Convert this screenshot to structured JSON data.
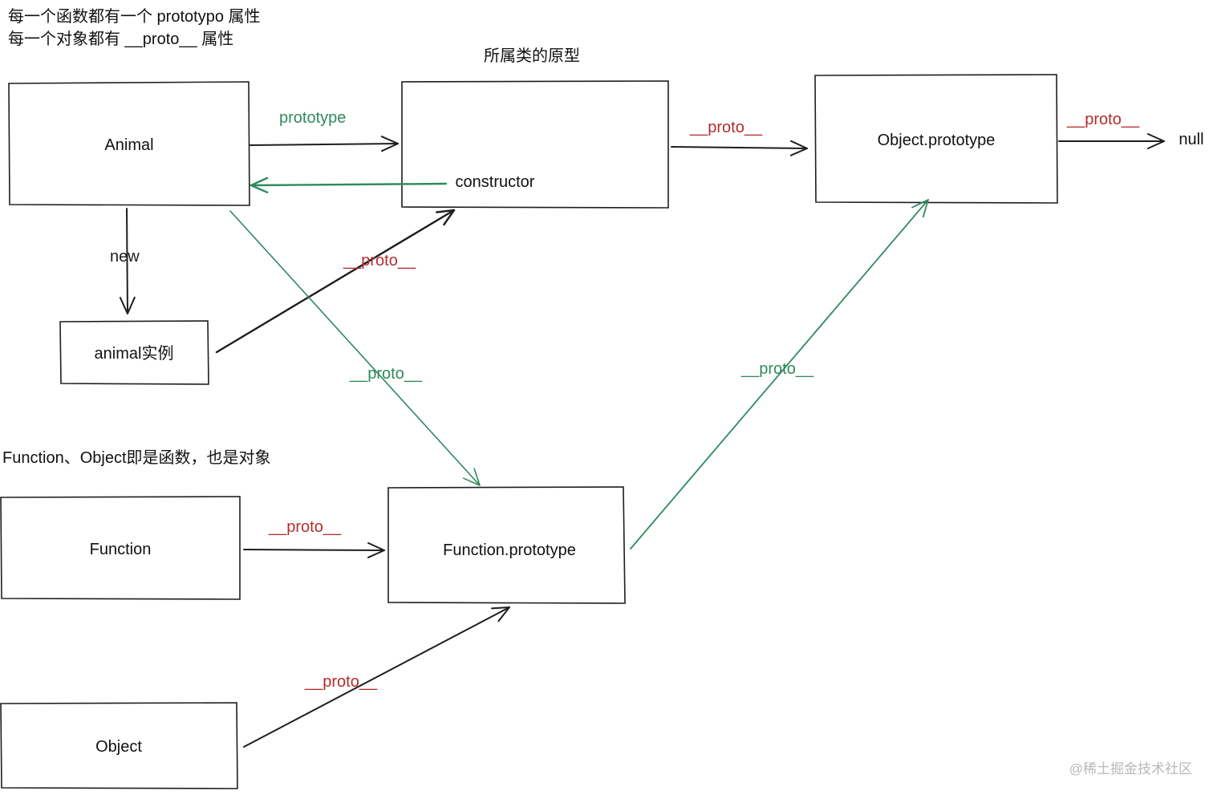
{
  "notes": {
    "line1": "每一个函数都有一个 prototypo 属性",
    "line2": "每一个对象都有 __proto__ 属性",
    "section": "Function、Object即是函数，也是对象",
    "prototype_heading": "所属类的原型"
  },
  "nodes": {
    "animal": "Animal",
    "proto_obj_label": "constructor",
    "object_prototype": "Object.prototype",
    "null": "null",
    "animal_instance": "animal实例",
    "function": "Function",
    "function_prototype": "Function.prototype",
    "object": "Object"
  },
  "edges": {
    "prototype": "prototype",
    "new": "new",
    "proto": "__proto__"
  },
  "colors": {
    "black": "#1e1e1e",
    "green": "#2f8a5e",
    "red": "#b42d2d"
  },
  "watermark": "@稀土掘金技术社区"
}
